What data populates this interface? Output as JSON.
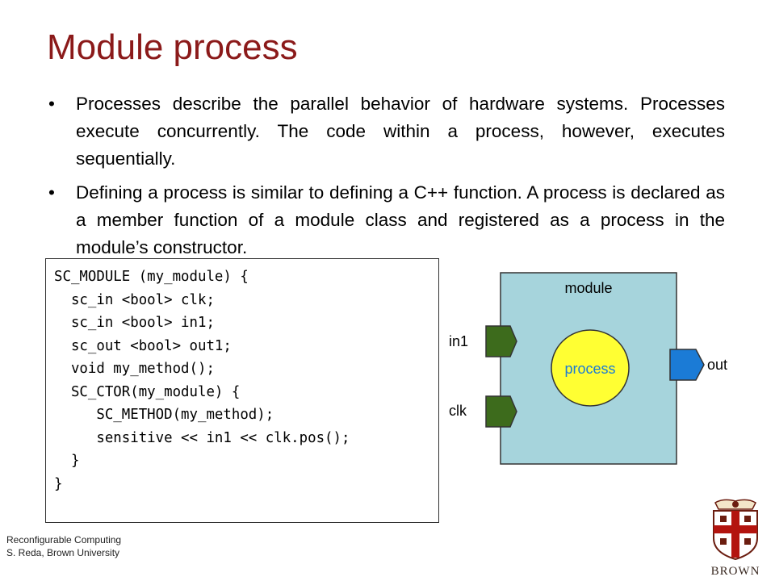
{
  "slide": {
    "title": "Module process",
    "bullets": [
      "Processes describe the parallel behavior of hardware systems. Processes execute concurrently. The code within a process, however, executes sequentially.",
      "Defining a process is similar to defining a C++ function. A process is declared as a member function of a module class and registered as a process in the module’s constructor."
    ],
    "bullet_glyph": "•"
  },
  "code": {
    "lines": [
      "SC_MODULE (my_module) {",
      "  sc_in <bool> clk;",
      "  sc_in <bool> in1;",
      "  sc_out <bool> out1;",
      "  void my_method();",
      "",
      "  SC_CTOR(my_module) {",
      "     SC_METHOD(my_method);",
      "     sensitive << in1 << clk.pos();",
      "  }",
      "}"
    ]
  },
  "diagram": {
    "module_label": "module",
    "process_label": "process",
    "port_in1": "in1",
    "port_clk": "clk",
    "port_out": "out",
    "colors": {
      "module_fill": "#a6d4dc",
      "process_fill": "#ffff33",
      "input_port": "#3d6b1c",
      "output_port": "#1b7bd6"
    }
  },
  "footer": {
    "line1": "Reconfigurable Computing",
    "line2": "S. Reda, Brown University"
  },
  "logo": {
    "wordmark": "BROWN",
    "icon": "brown-university-shield-icon"
  }
}
